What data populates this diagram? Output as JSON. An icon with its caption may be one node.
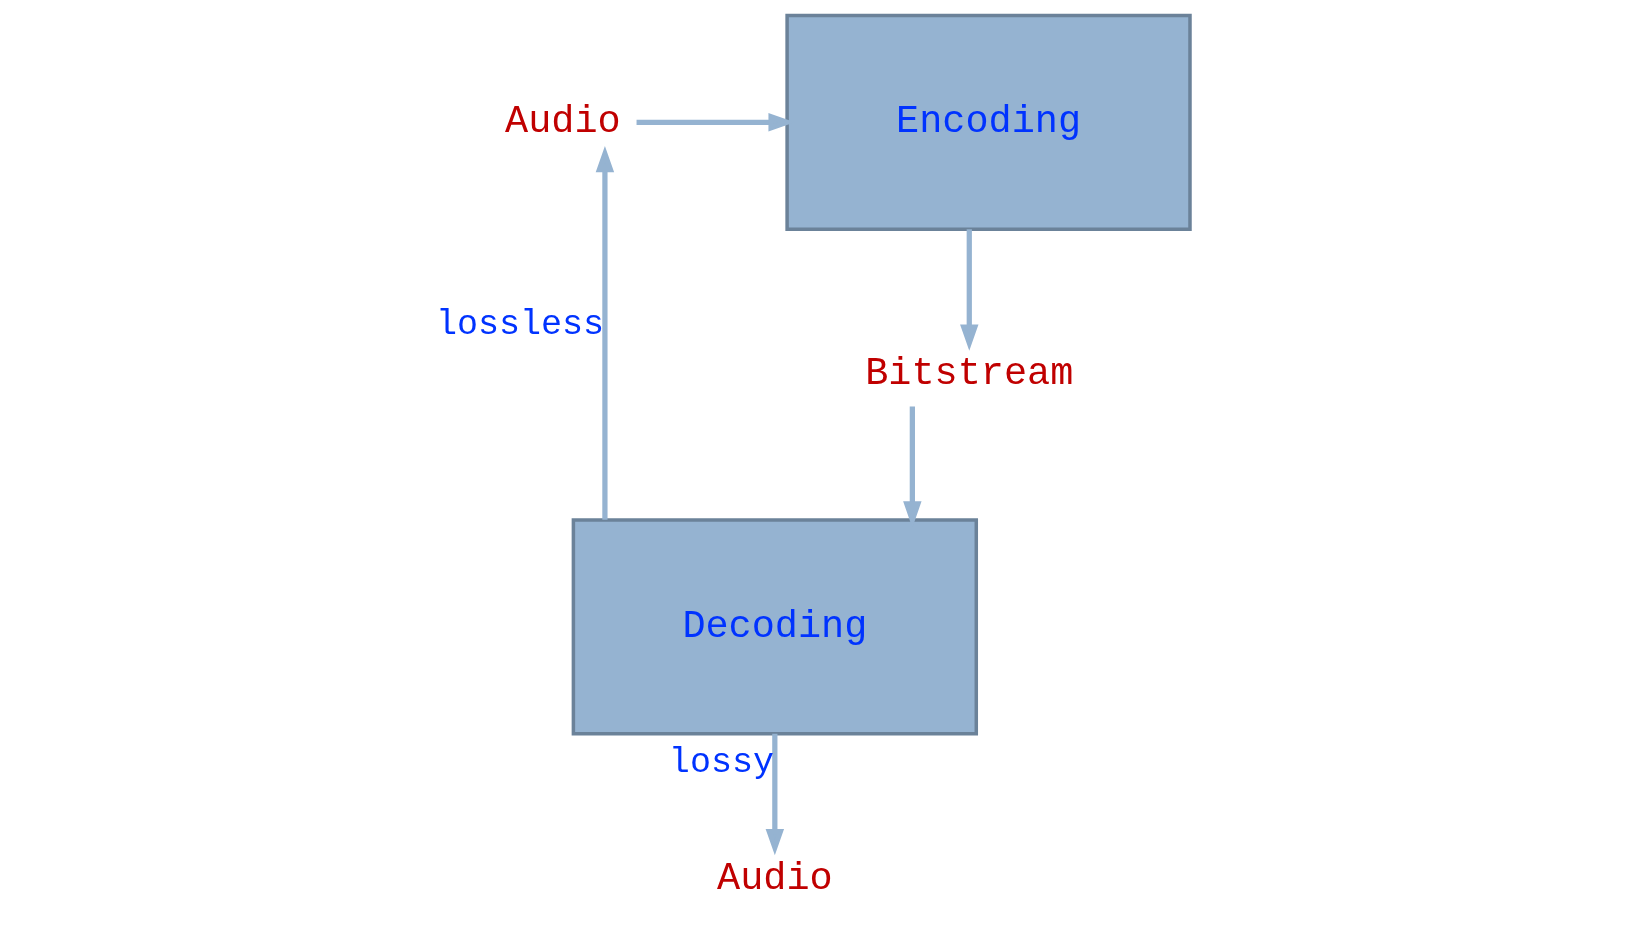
{
  "diagram": {
    "nodes": [
      {
        "text": [
          "Audio"
        ]
      },
      {
        "text": [
          "Encoding"
        ]
      },
      {
        "text": [
          "Bitstream"
        ]
      },
      {
        "text": [
          "Decoding"
        ]
      },
      {
        "text": [
          "Audio"
        ]
      }
    ],
    "edges": [
      {
        "from": 0,
        "to": 1,
        "arrow": "to"
      },
      {
        "from": 1,
        "to": 2,
        "arrow": "to"
      },
      {
        "from": 2,
        "to": 3,
        "arrow": "to"
      },
      {
        "from": 3,
        "to": 0,
        "arrow": "to",
        "label": "lossless"
      },
      {
        "from": 3,
        "to": 4,
        "arrow": "to",
        "label": "lossy"
      }
    ]
  }
}
